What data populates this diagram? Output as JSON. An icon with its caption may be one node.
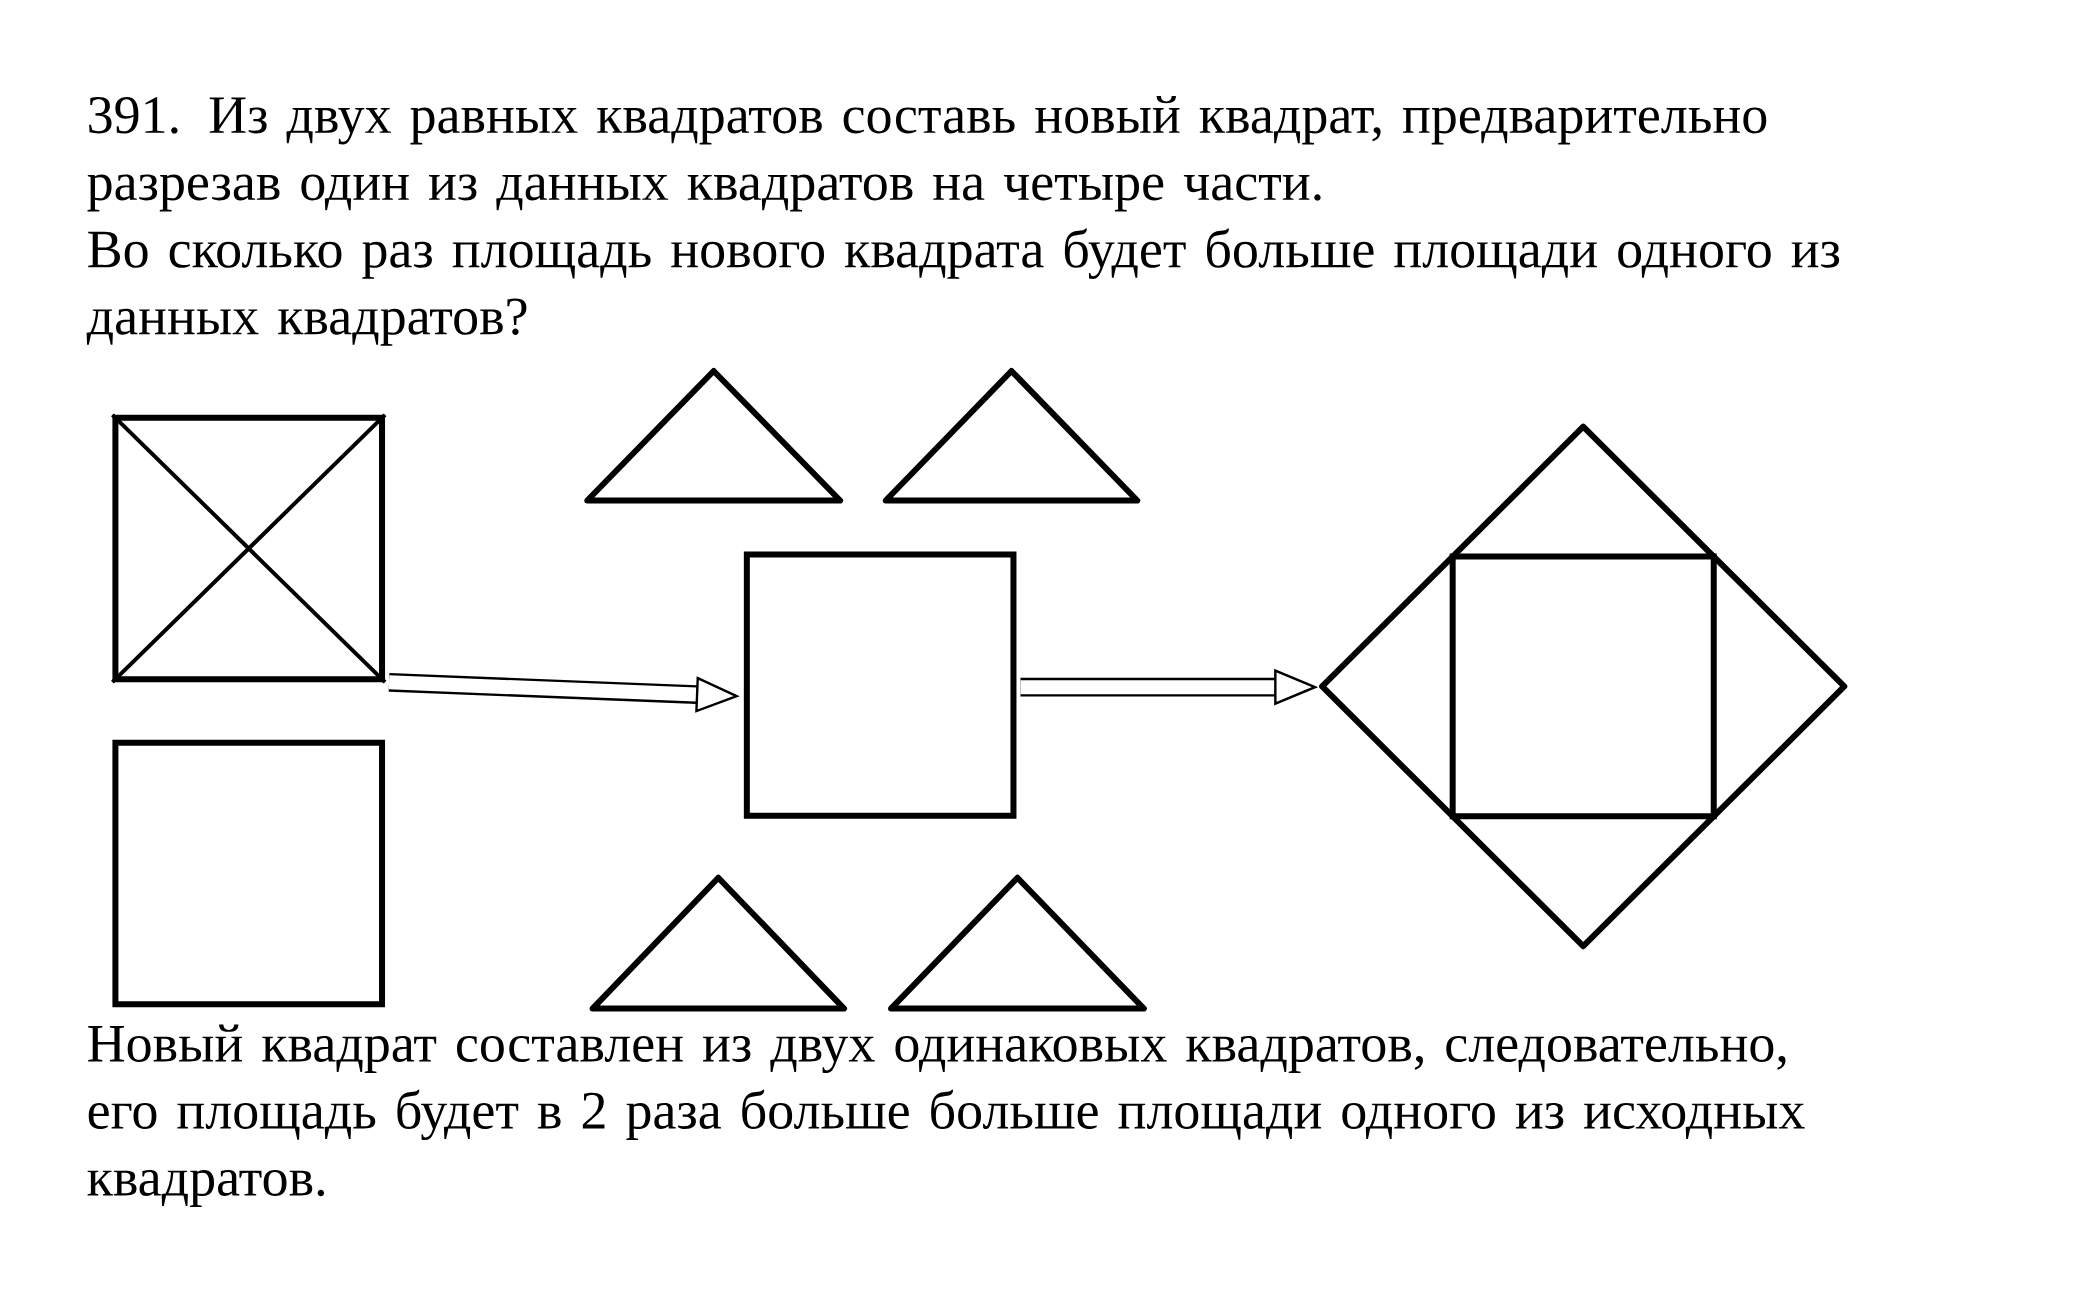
{
  "diagram": {
    "title": "391. Из двух равных квадратов составь новый квадрат, предварительно разрезав один из данных квадратов на четыре части.",
    "caption": "Новый квадрат составлен из двух одинаковых квадратов, следовательно, его площадь будет в 2 раза больше больше площади одного из исходных квадратов.",
    "labels": [
      "Во сколько раз площадь нового квадрата будет больше площади одного из данных квадратов?"
    ],
    "nodes": [
      {
        "text": [],
        "shape": "box"
      },
      {
        "text": [],
        "shape": "box"
      },
      {
        "text": [],
        "shape": "triangle"
      },
      {
        "text": [],
        "shape": "triangle"
      },
      {
        "text": [],
        "shape": "box"
      },
      {
        "text": [],
        "shape": "triangle"
      },
      {
        "text": [],
        "shape": "triangle"
      },
      {
        "text": [],
        "shape": "diamond"
      }
    ],
    "edges": [
      {
        "from": 0,
        "to": 4,
        "arrow": "to"
      },
      {
        "from": 4,
        "to": 7,
        "arrow": "to"
      }
    ]
  }
}
